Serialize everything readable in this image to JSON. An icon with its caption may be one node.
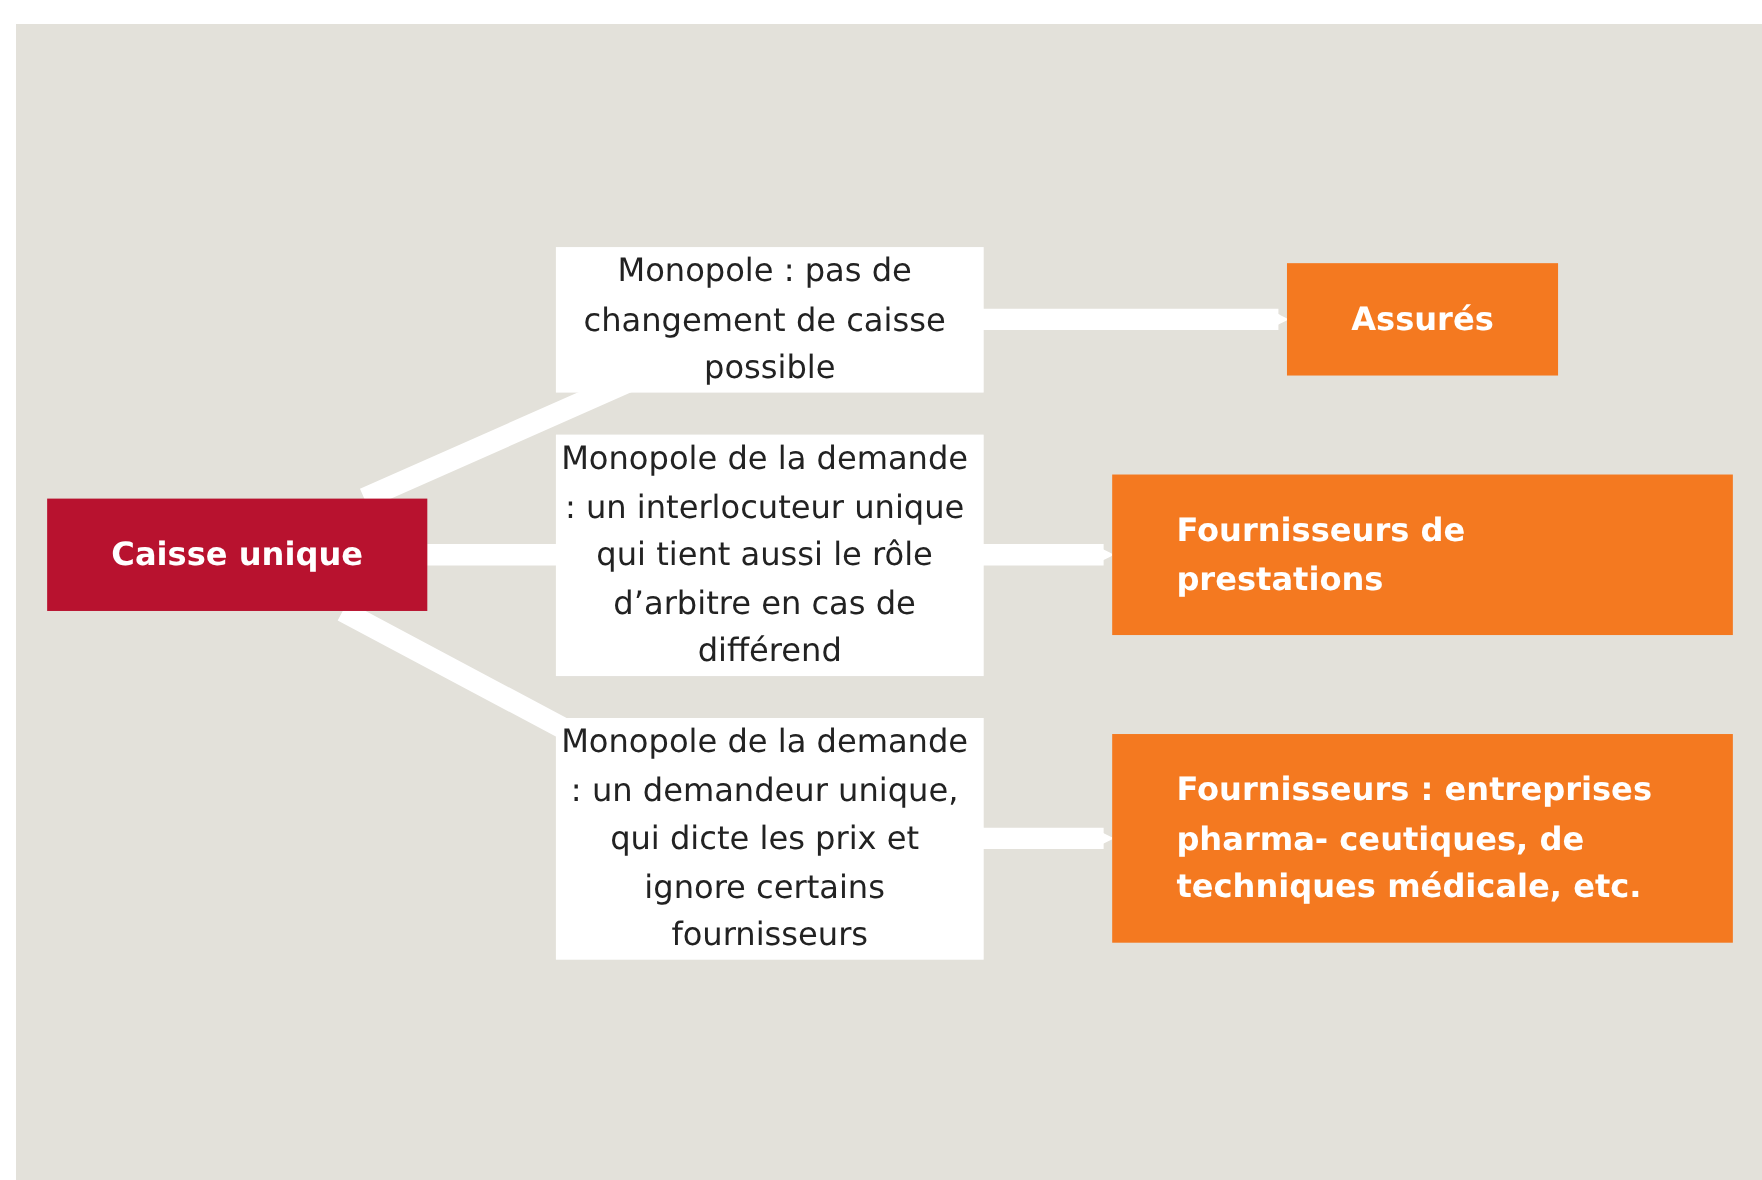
{
  "diagram": {
    "nodes": [
      {
        "text": [
          "Assurés"
        ]
      },
      {
        "text": [
          "Caisse unique"
        ]
      },
      {
        "text": [
          "Fournisseurs de prestations"
        ]
      },
      {
        "text": [
          "Fournisseurs : entreprises pharma- ceutiques, de techniques médicale, etc."
        ]
      }
    ],
    "edges": [
      {
        "from": 1,
        "to": 0,
        "arrow": "to",
        "label": "Monopole : pas de changement de caisse possible"
      },
      {
        "from": 1,
        "to": 2,
        "arrow": "to",
        "label": "Monopole de la demande : un interlocuteur unique qui tient aussi le rôle d’arbitre en cas de différend"
      },
      {
        "from": 1,
        "to": 3,
        "arrow": "to",
        "label": "Monopole de la demande : un demandeur unique, qui dicte les prix et ignore certains fournisseurs"
      }
    ]
  }
}
